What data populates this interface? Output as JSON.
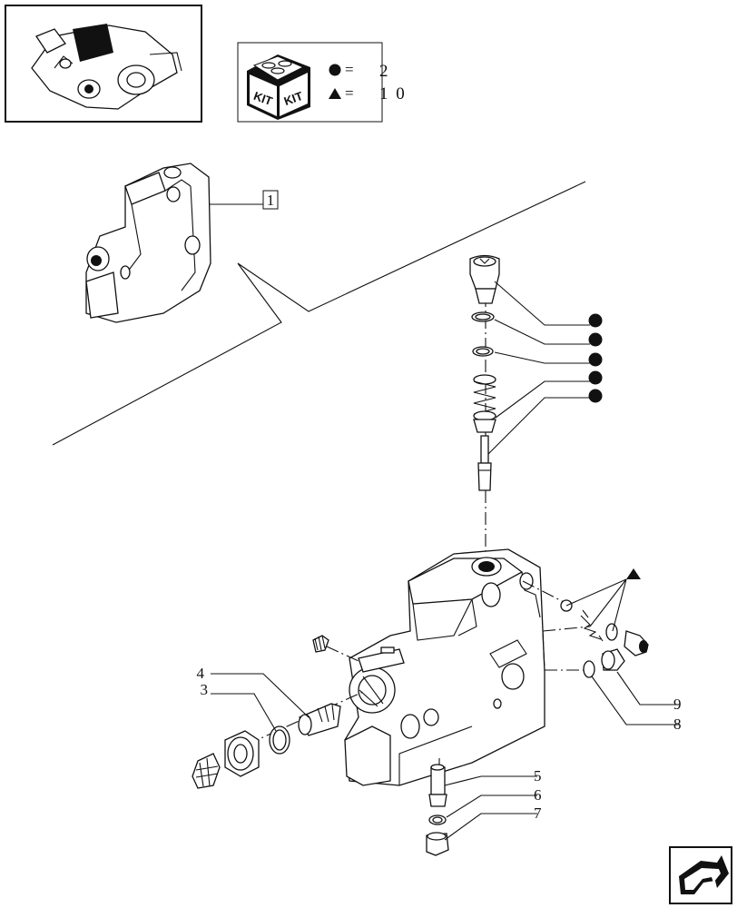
{
  "kit_legend": {
    "kit_text": "KIT",
    "circle_qty": "2",
    "triangle_qty": "1 0",
    "equals": "=",
    "equals_alt": "="
  },
  "callouts": {
    "assembly": "1",
    "part3": "3",
    "part4": "4",
    "part5": "5",
    "part6": "6",
    "part7": "7",
    "part8": "8",
    "part9": "9"
  }
}
